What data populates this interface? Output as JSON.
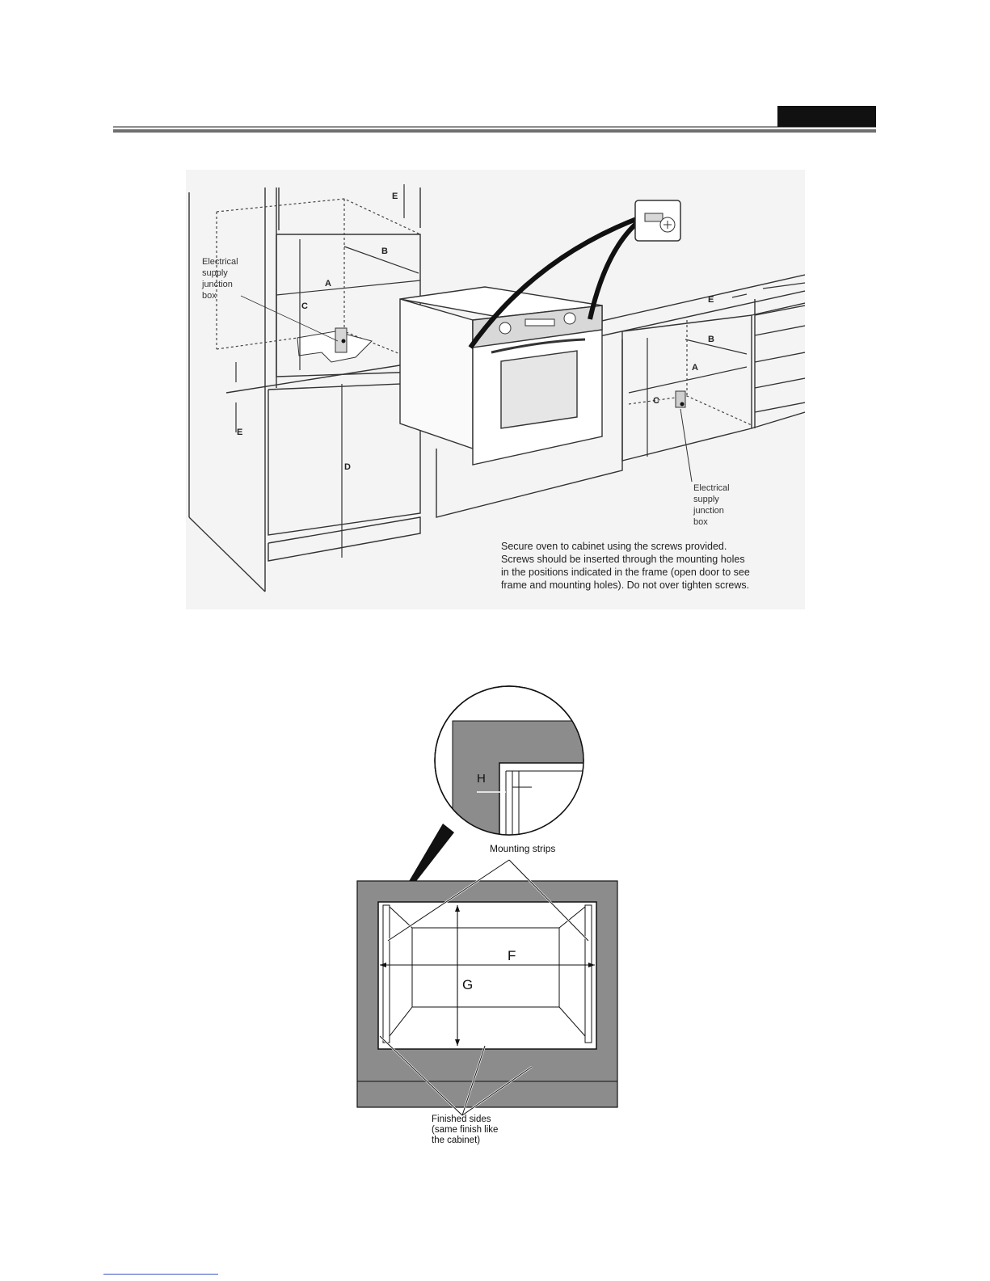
{
  "figure1": {
    "labels": {
      "A_left": "A",
      "B_left": "B",
      "C_left": "C",
      "D": "D",
      "E_top": "E",
      "E_left": "E",
      "E_right": "E",
      "A_right": "A",
      "B_right": "B",
      "C_right": "C"
    },
    "junction_box_left": [
      "Electrical",
      "supply",
      "junction",
      "box"
    ],
    "junction_box_right": [
      "Electrical",
      "supply",
      "junction",
      "box"
    ],
    "instructions": [
      "Secure oven to cabinet using the screws provided.",
      "Screws should be inserted through the mounting holes",
      "in the positions indicated in the frame (open door to see",
      "frame and mounting holes). Do not over tighten screws."
    ]
  },
  "figure2": {
    "label_H": "H",
    "label_F": "F",
    "label_G": "G",
    "mounting_strips": "Mounting strips",
    "finished_sides": [
      "Finished sides",
      "(same finish like",
      "the cabinet)"
    ]
  },
  "colors": {
    "frame_gray": "#8c8c8c",
    "line": "#333333"
  },
  "icons": [
    "screw-icon"
  ]
}
